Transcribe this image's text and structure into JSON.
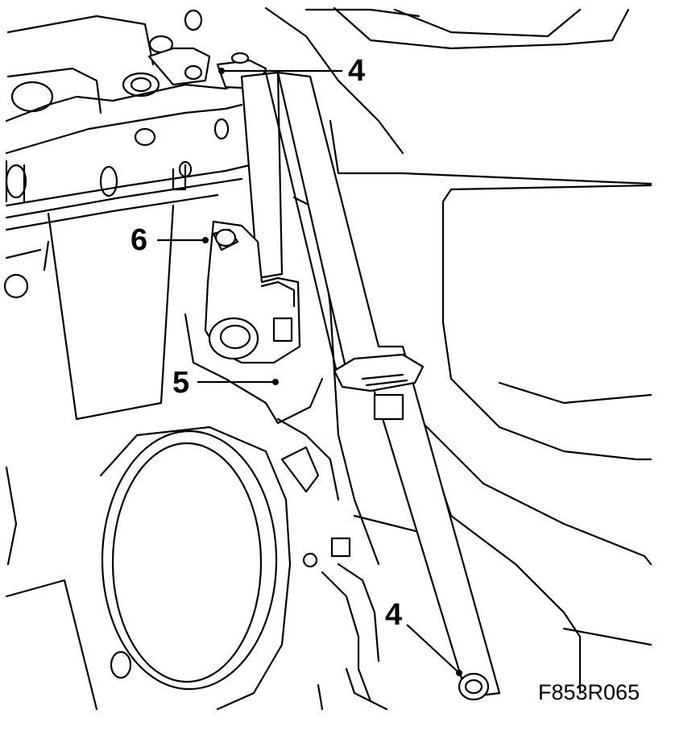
{
  "callouts": {
    "upper_anchor": "4",
    "lower_anchor": "4",
    "retractor_bolt": "5",
    "connector": "6"
  },
  "figure_code": "F853R065"
}
